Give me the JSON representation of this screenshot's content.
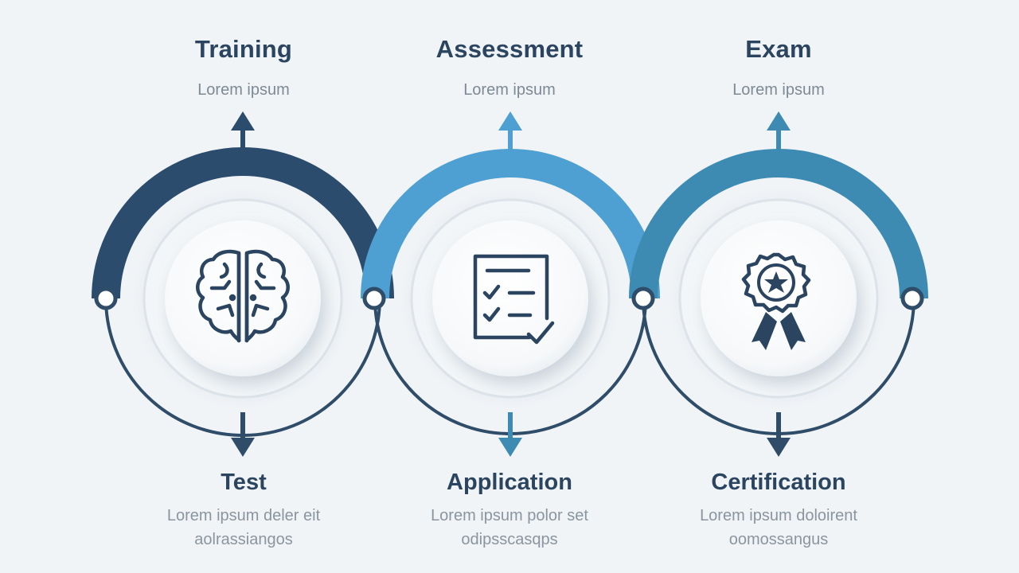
{
  "colors": {
    "stage1": "#2b4c6d",
    "stage2": "#4ea0d2",
    "stage3": "#3d8bb2",
    "ring": "#2f4d69",
    "text_dark": "#2b4560",
    "text_muted": "#7d8a96",
    "background": "#f1f4f7"
  },
  "stages": [
    {
      "top_title": "Training",
      "top_subtitle": "Lorem ipsum",
      "bottom_title": "Test",
      "bottom_line1": "Lorem ipsum deler eit",
      "bottom_line2": "aolrassiangos",
      "icon": "brain-icon"
    },
    {
      "top_title": "Assessment",
      "top_subtitle": "Lorem ipsum",
      "bottom_title": "Application",
      "bottom_line1": "Lorem ipsum polor set",
      "bottom_line2": "odipsscasqps",
      "icon": "checklist-icon"
    },
    {
      "top_title": "Exam",
      "top_subtitle": "Lorem ipsum",
      "bottom_title": "Certification",
      "bottom_line1": "Lorem ipsum doloirent",
      "bottom_line2": "oomossangus",
      "icon": "award-badge-icon"
    }
  ]
}
